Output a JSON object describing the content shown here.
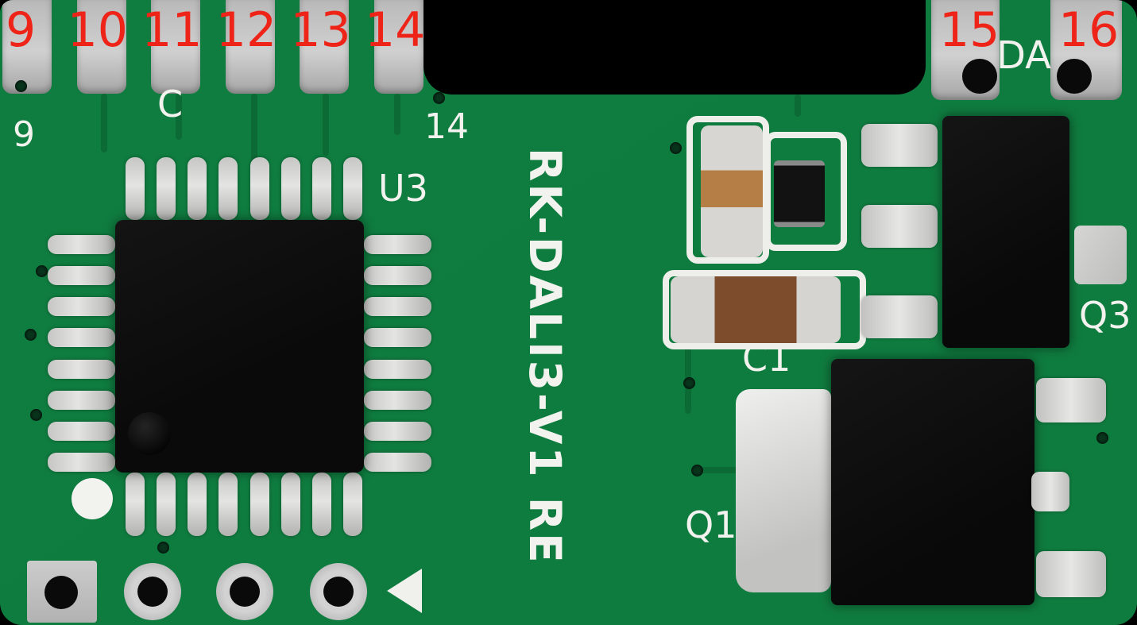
{
  "pins": {
    "top_left": [
      "9",
      "10",
      "11",
      "12",
      "13",
      "14"
    ],
    "top_right": [
      "15",
      "16"
    ]
  },
  "silkscreen": {
    "board_name": "RK-DALI3-V1 RE",
    "labels": {
      "da": "DA",
      "c": "C",
      "pin9": "9",
      "pin14": "14",
      "u3": "U3",
      "c1": "C1",
      "q1": "Q1",
      "q3": "Q3"
    }
  },
  "colors": {
    "board_green": "#0f7c3f",
    "pad_gray": "#c6c6c6",
    "annotation_red": "#ee2418",
    "silkscreen_white": "#f2f2ee",
    "component_black": "#0c0c0c",
    "capacitor_tan": "#b57e46",
    "capacitor_brown": "#7c4c2c",
    "solder_silver": "#d9d9d7"
  }
}
